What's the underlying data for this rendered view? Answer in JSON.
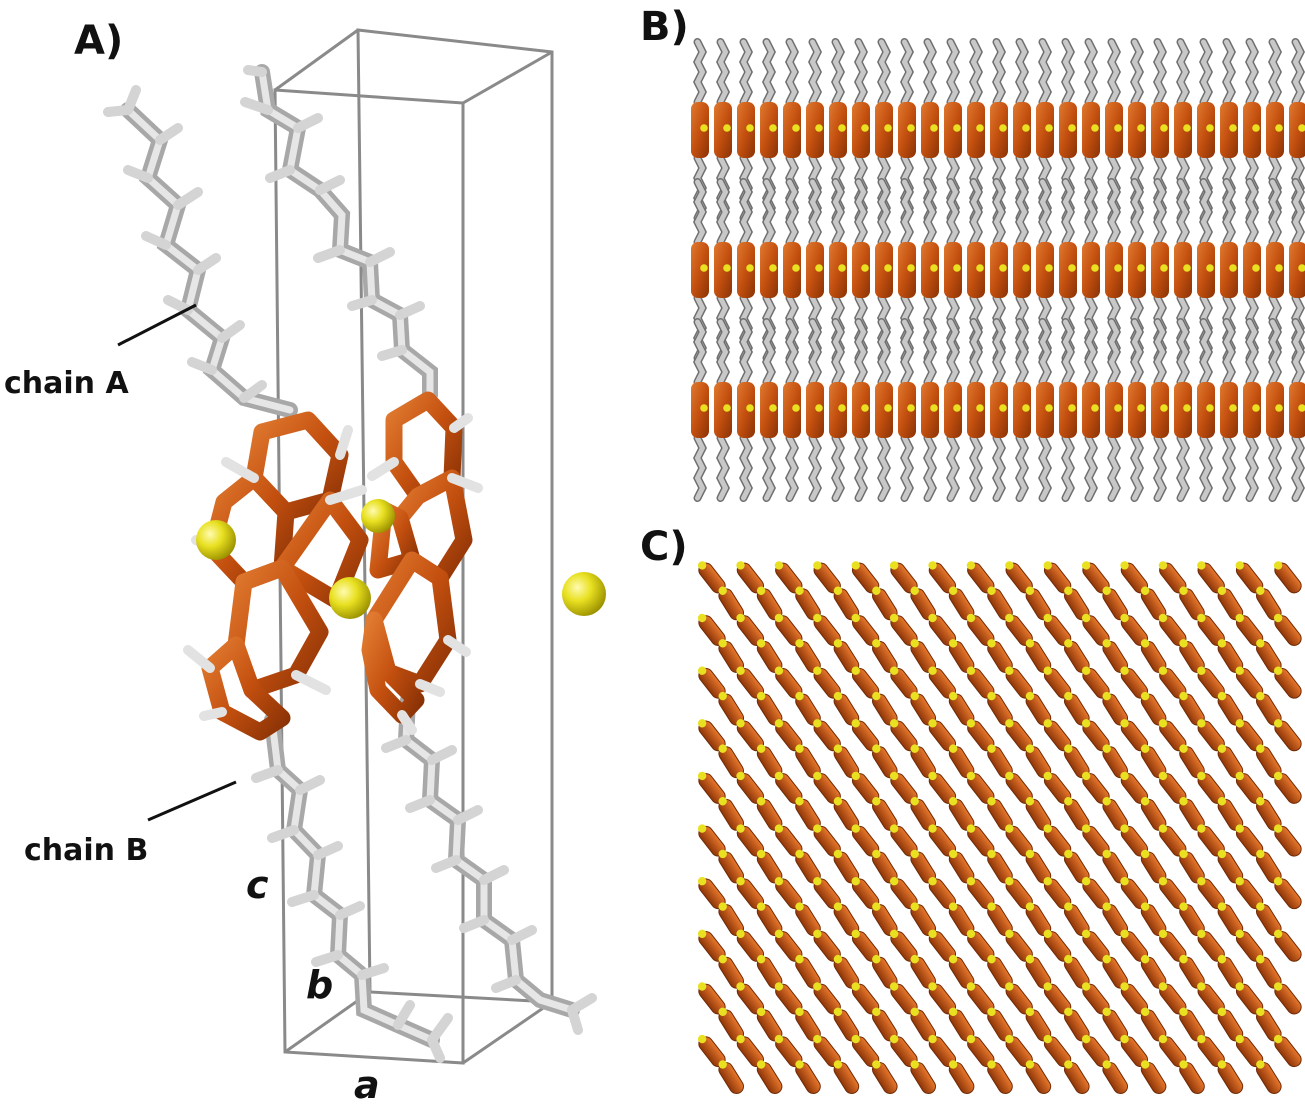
{
  "panels": {
    "a": {
      "label": "A)"
    },
    "b": {
      "label": "B)"
    },
    "c": {
      "label": "C)"
    }
  },
  "annotations": {
    "chain_a": "chain A",
    "chain_b": "chain B"
  },
  "axes": {
    "a": "a",
    "b": "b",
    "c": "c"
  },
  "colors": {
    "carbon_ring": "#c4500f",
    "sulfur": "#e8e020",
    "alkyl_chain": "#c8c8c8",
    "hydrogen": "#efefef",
    "cell_edge": "#8a8a8a"
  }
}
